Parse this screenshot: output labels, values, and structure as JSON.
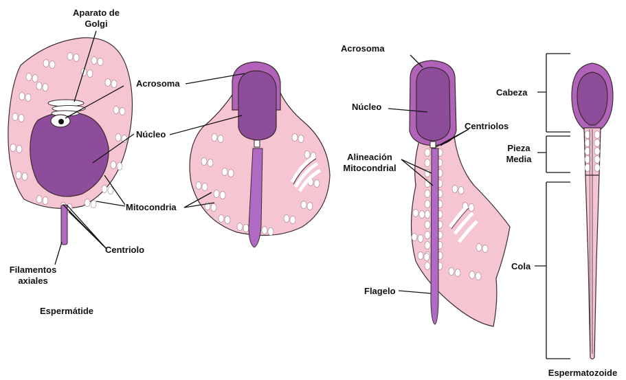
{
  "colors": {
    "cytoplasm": "#f5c6d2",
    "cytoplasm_edge": "#3a2a2e",
    "nucleus": "#8e4d9a",
    "acrosome": "#b063b8",
    "flagellum": "#b06ac4",
    "mitochondria": "#ffffff"
  },
  "labels": {
    "golgi": "Aparato de",
    "golgi_2": "Golgi",
    "acrosoma_1": "Acrosoma",
    "nucleo_1": "Núcleo",
    "mitocondria": "Mitocondria",
    "centriolo": "Centriolo",
    "filamentos": "Filamentos",
    "filamentos_2": "axiales",
    "espermatide": "Espermátide",
    "acrosoma_2": "Acrosoma",
    "nucleo_2": "Núcleo",
    "centriolos": "Centriolos",
    "alineacion": "Alineación",
    "alineacion_2": "Mitocondrial",
    "flagelo": "Flagelo",
    "cabeza": "Cabeza",
    "pieza": "Pieza",
    "pieza_2": "Media",
    "cola": "Cola",
    "espermatozoide": "Espermatozoide"
  }
}
